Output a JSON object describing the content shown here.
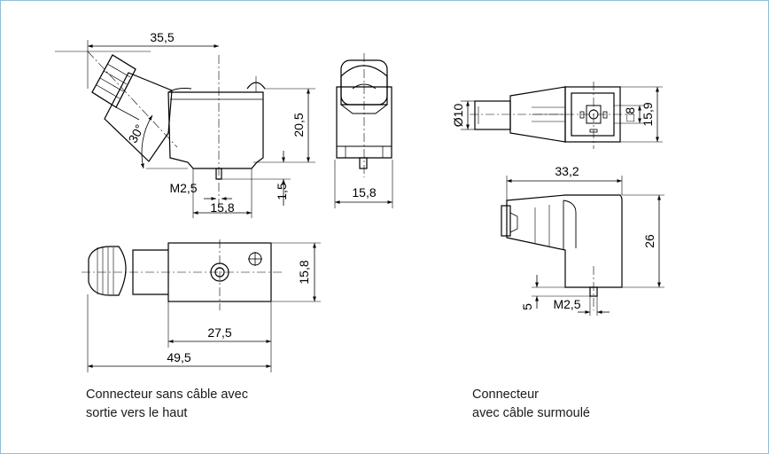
{
  "dimensions": {
    "d35_5": "35,5",
    "d20_5": "20,5",
    "d30deg": "30°",
    "d1_5": "1,5",
    "m2_5_left": "M2,5",
    "d15_8_side": "15,8",
    "d15_8_front": "15,8",
    "d15_8_top": "15,8",
    "d27_5": "27,5",
    "d49_5": "49,5",
    "d10": "Ø10",
    "d8": "□8",
    "d15_9": "15,9",
    "d33_2": "33,2",
    "d26": "26",
    "d5": "5",
    "m2_5_right": "M2,5"
  },
  "captions": {
    "left_line1": "Connecteur sans câble avec",
    "left_line2": "sortie vers le haut",
    "right_line1": "Connecteur",
    "right_line2": "avec câble surmoulé"
  },
  "colors": {
    "frame": "#8fbfd6",
    "line": "#000000"
  }
}
